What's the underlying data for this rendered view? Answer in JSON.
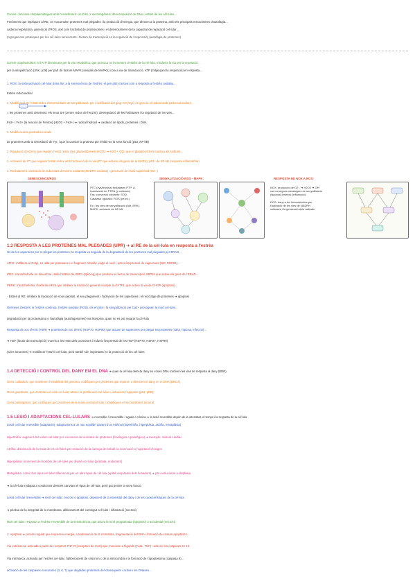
{
  "intro": [
    {
      "text": "Canvis i funcions citoplasmàtiques amb l'envelliment: ús d'Hb, 2 secretogènesi: descomposició de DNA i estrès de les cèl·lules...",
      "color": "#3f9b2e"
    },
    {
      "text": "Fenòmens que impliquen al RE, on s'acumulen proteïnes mal plegades i la producció d'energia, que afecten a la proteïna, amb els principals mecanismes d'autofagia...",
      "color": "#2a2a2a"
    },
    {
      "text": "cadena respiratòria, generació d'ROS, així com l'activitat de proteosomes i el deteriorament de la capacitat de reparació cel·lular...",
      "color": "#2a2a2a"
    },
    {
      "text": "(Agregacions proteiques per les cèl·lules senescents i factors de transcripció en la regulació de l'expressió) (autofàgia de proteïnes)",
      "color": "#555555"
    }
  ],
  "para2": [
    {
      "text": "Canvis citoplasmàtics: si l'ATP disminueix per la via metabòlica, que provoca un increment d'estrès de la cèl·lula, s'indueix la via per la reparació...",
      "color": "#3f9b2e"
    },
    {
      "text": "per la senyalització (JNK, p38) per part de factors MAPK (senyals de MAPKs) com a via de transducció, ATP (mitjançant la respiració) en resposta...",
      "color": "#2a2a2a"
    }
  ],
  "items": [
    {
      "text": "1. ROS: la sobreactivació cel·lular dóna lloc a la senescència de l'estrès: el gen p53 s'activa com a resposta a l'estrès oxidatiu...",
      "color": "#2a55c8"
    },
    {
      "text": "   Estrès mitocondrial",
      "color": "#2a2a2a"
    },
    {
      "text": "2. Modificació de l'estat redox d'intermediaris de senyalització: per modificació del grup SH (Cys) es genera el radical amb potencial oxidant...",
      "color": "#ef7d1a"
    },
    {
      "text": "   = les proteïnes amb cisteïnes i els seus SH (centre redox de l'enzim), desregulació de les fosfatases i la regulació de les vies...",
      "color": "#2a2a2a"
    },
    {
      "text": "   Fe2+ / Fe3+ (la reacció de Fenton) (H2O2 + Fe2+) ➜ radical hidroxil ➜ oxidació de lípids, proteïnes i DNA",
      "color": "#2a2a2a"
    },
    {
      "text": "3. Modificacions postraduccionals",
      "color": "#ef7d1a"
    },
    {
      "text": "   de proteïnes amb la nitrosilació de Tyr, i que fa canviar la proteïna per inhibir-se la seva funció (p53, NF-kB)",
      "color": "#2a2a2a"
    },
    {
      "text": "2. Regulació d'enzims que regulen l'estat redox (les glutaredoxines) (H2O2 ➜ H2O + O2), que el glutatió (GSH) inactiva als radicals...",
      "color": "#ef7d1a"
    },
    {
      "text": "3. Activació de PT que regulen l'estat redox amb l'activació de la via (PT que activen els gens de la MAPK), p53 i de NF-kB (resposta inflamatòria)",
      "color": "#ef7d1a"
    },
    {
      "text": "4. Reclutament i activació de subunitats d'enzims oxidants (NADPH oxidasa) i generació de l'anió superòxid (O2·-)",
      "color": "#ef7d1a"
    }
  ],
  "figures": {
    "fig1_title": "SENESCENCE/ROS",
    "fig1_text": [
      "PTC (cys/tirosina) fosfatases PTP: A,",
      "Inactivació de PTEN (p oxidació)",
      "Fas: conversió oxidants: SOD,",
      "Catalasa i glutatió: ROS (pe.ex.)",
      "",
      "Ex.: les vies de senyalització (Akt, ERK),",
      "MAPK, activació de NF-kB"
    ],
    "fig2_title": "SENYALITZACIÓ ROS - MAPK:",
    "fig3_title": "RESPOSTA DE NOX A ROS:",
    "fig3_text": [
      "NOX: producció de O2·- ➜ H2O2 ➜ OH·",
      "com a segons missatgers de senyalització",
      "(hipòxia) (estrès) (inflamació)",
      "",
      "ROS: dany a les biomolècules per",
      "l'activació de les vies de NADPH",
      "oxidases i la generació dels radicals"
    ]
  },
  "section13": {
    "heading": "1.3 RESPOSTA A LES PROTEÏNES MAL PLEGADES (UPR) ➜ al RE de la cèl·lula en resposta a l'estrès",
    "lines": [
      {
        "text": "Ús de les xaperones per re-plegar les proteïnes; la resposta va seguida de la degradació de les proteïnes mal plegades per ERAD...",
        "color": "#2a55c8"
      },
      {
        "text": "ATF6: s'allibera al Golgi, es talla per proteases i el fragment citosòlic viatja al nucli i activa l'expressió de xaperones (BiP, GRP94)...",
        "color": "#e23b2a"
      },
      {
        "text": "IRE1: s'autofosforila en dimeritzar i talla l'mRNA de XBP1 (splicing) que produeix el factor de transcripció XBP1s que activa els gens de l'ERAD...",
        "color": "#e23b2a"
      },
      {
        "text": "PERK: s'autofosforila i fosforila eIF2α que inhibeix la traducció general excepte la d'ATF4, que activa la via de CHOP (apoptosi)...",
        "color": "#e23b2a"
      },
      {
        "text": "  · Estrès al RE: inhibeix la traducció de nous pèptids, el seu plegament i l'activació de les xaperones i el reciclatge de proteïnes ➜ apoptosi",
        "color": "#2a2a2a"
      },
      {
        "text": "Gèrmens d'estrès: si l'estrès continua, l'estrès oxidatiu (ROS), els enzims i la senyalització per Ca2+ provoquen la mort cel·lular...",
        "color": "#2a55c8"
      },
      {
        "text": "  degradació per la proteasoma o l'autofàgia (autofagosomes) via lisosoma, quan no es pot reparar la cèl·lula",
        "color": "#2a2a2a"
      },
      {
        "text": "Resposta de xoc tèrmic (HSR) ➜ proteïnes de xoc tèrmic (HSP70, HSP90) que actuen de xaperones per plegar les proteïnes (calor, hipòxia, infecció)...",
        "color": "#2a55c8"
      },
      {
        "text": "  ➜ HSF (factor de transcripció) s'uneix a les HSE dels promotors i indueix l'expressió de les HSP (HSP70, HSP27, HSP90)",
        "color": "#2a2a2a"
      },
      {
        "text": "  (a les neurones)    ➜ mobilitzar l'estrès cel·lular, però també són importants en la protecció de les cèl·lules",
        "color": "#2a2a2a"
      }
    ]
  },
  "section14": {
    "heading": "1.4 DETECCIÓ I CONTROL DEL DANY EN EL DNA",
    "heading_rest": "➜ quan la cèl·lula detecta dany en el seu DNA s'activen les vies de resposta al dany (DDR)",
    "lines": [
      {
        "text": "Gens cuidadors: que mantenen l'estabilitat del genoma, codifiquen per proteïnes que reparen o detecten el dany en el DNA (BRCA)",
        "color": "#ef7d1a"
      },
      {
        "text": "Gens guardians: que controlen el cicle cel·lular, aturen la proliferació cel·lular o indueixen l'apoptosi (p53, pRB)",
        "color": "#ef7d1a"
      },
      {
        "text": "Gens paisatgistes: que codifiquen per proteïnes de la matriu extracel·lular i modifiquen el microambient tumoral",
        "color": "#ef7d1a"
      }
    ]
  },
  "section15": {
    "heading": "1.5 LESIÓ I ADAPTACIONS CEL·LULARS",
    "heading_rest": "➜ reversible / irreversible / aguda / crònica   ➜ la lesió reversible depèn de la intensitat, el temps i la resposta de la cèl·lula",
    "lines": [
      {
        "text": "Lesió cel·lular reversible (adaptació): adaptacions a un nou equilibri davant d'un estímul (hipertròfia, hiperplàsia, atròfia, metaplàsia)",
        "color": "#2a55c8"
      },
      {
        "text": "Hipertròfia: augment del volum cel·lular per increment de la síntesi de proteïnes (fisiològica o patològica) ➜ exemple: múscul cardíac",
        "color": "#e0387f"
      },
      {
        "text": "Atròfia: disminució de la mida de les cèl·lules per reducció de la càrrega de treball, la innervació o l'aportació d'oxigen",
        "color": "#e0387f"
      },
      {
        "text": "Hiperplàsia: increment del nombre de cèl·lules per divisió cel·lular (pròstata, endometri)",
        "color": "#e0387f"
      },
      {
        "text": "Metaplàsia: canvi d'un tipus cel·lular diferenciat per un altre tipus de cèl·lula (epiteli respiratori dels fumadors) ➜ pot evolucionar a displàsia",
        "color": "#e0387f"
      },
      {
        "text": "  ➜ la cèl·lula s'adapta a condicions d'estrès canviant el tipus de cèl·lula, però pot perdre la seva funció",
        "color": "#2a2a2a"
      },
      {
        "text": "Lesió cel·lular irreversible ➜ mort cel·lular: necrosi o apoptosi, depenent de la intensitat del dany i de les característiques de la cèl·lula",
        "color": "#2a55c8"
      },
      {
        "text": "  ➜ pèrdua de la integritat de la membrana, alliberament del contingut cel·lular i inflamació (necrosi)",
        "color": "#2a2a2a"
      },
      {
        "text": "Mort cel·lular: resposta a l'estrès irreversible de la senescència, que activa la mort programada (apoptosi) o accidental (necrosi)",
        "color": "#3f9b2e"
      },
      {
        "text": "1. Apoptosi ➜ procés regulat que requereix energia, condensació de la cromatina, fragmentació del DNA i formació de cossos apoptòtics...",
        "color": "#e23b2a"
      },
      {
        "text": "  Via extrínseca: activada a partir de receptors TNF-R (receptors de mort) que s'uneixen a lligands (FasL, TNF) i activen les caspases 8 i 10",
        "color": "#e23b2a"
      },
      {
        "text": "  Via intrínseca: activada per l'estrès cel·lular, l'alliberament de citocrom c de la mitocòndria i la formació de l'apoptosoma (caspasa 9)...",
        "color": "#2a2a2a"
      },
      {
        "text": "  activació de les caspases executores (3, 6, 7) que degraden proteïnes del citoesquelet i activen les DNases...",
        "color": "#2a55c8"
      }
    ]
  }
}
